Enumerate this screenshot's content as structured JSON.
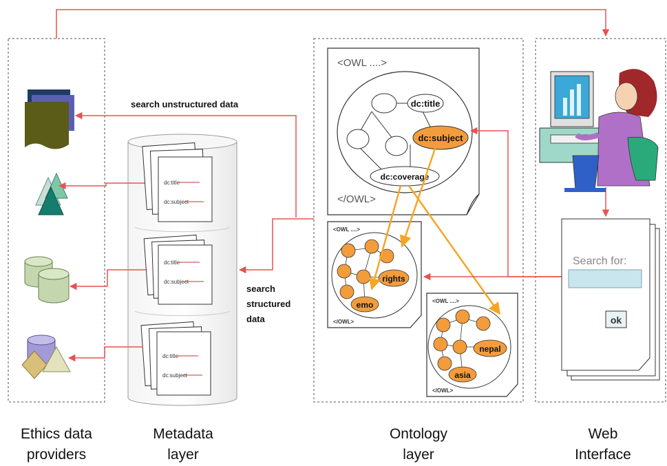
{
  "labels": {
    "search_unstructured": "search unstructured data",
    "search_structured": [
      "search",
      "structured",
      "data"
    ]
  },
  "layers": {
    "providers": [
      "Ethics data",
      "providers"
    ],
    "metadata": [
      "Metadata",
      "layer"
    ],
    "ontology": [
      "Ontology",
      "layer"
    ],
    "web": [
      "Web",
      "Interface"
    ]
  },
  "metadata_doc": {
    "title_field": "dc:title",
    "subject_field": "dc:subject"
  },
  "main_ontology": {
    "open_tag": "<OWL ....>",
    "close_tag": "</OWL>",
    "title": "dc:title",
    "subject": "dc:subject",
    "coverage": "dc:coverage"
  },
  "ontology_left": {
    "open_tag": "<OWL ....>",
    "close_tag": "</OWL>",
    "node_rights": "rights",
    "node_emo": "emo"
  },
  "ontology_right": {
    "open_tag": "<OWL ....>",
    "close_tag": "</OWL>",
    "node_nepal": "nepal",
    "node_asia": "asia"
  },
  "web_form": {
    "search_label": "Search for:",
    "ok_label": "ok"
  },
  "colors": {
    "arrow_red": "#e8524f",
    "arrow_orange": "#f5a623",
    "node_orange": "#f39c3c",
    "dotted_border": "#8a8a8a"
  }
}
